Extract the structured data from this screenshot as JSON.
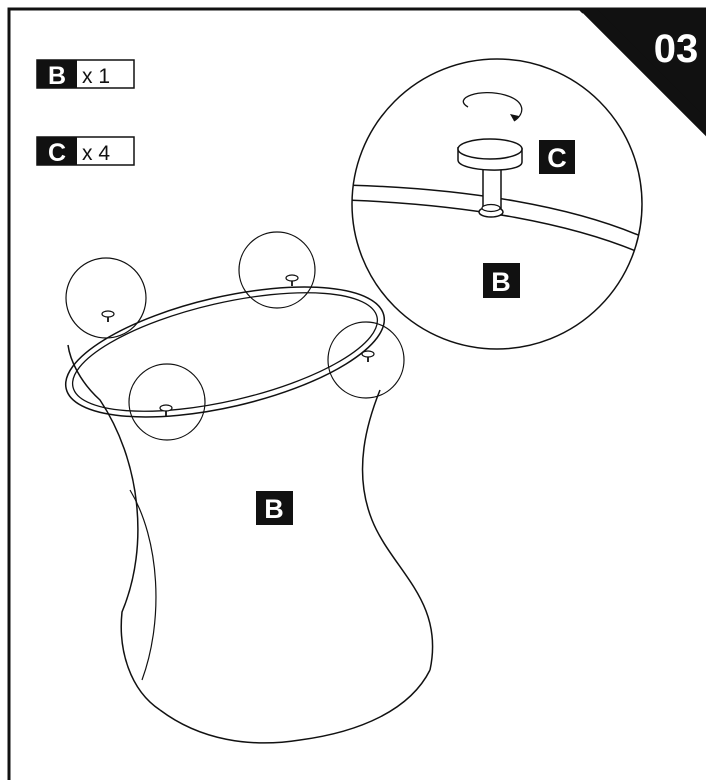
{
  "step": {
    "number": "03"
  },
  "parts": [
    {
      "letter": "B",
      "quantity": "x 1"
    },
    {
      "letter": "C",
      "quantity": "x 4"
    }
  ],
  "detail": {
    "knob_label": "C",
    "body_label": "B"
  },
  "main": {
    "body_label": "B"
  },
  "colors": {
    "ink": "#111111",
    "paper": "#ffffff"
  }
}
